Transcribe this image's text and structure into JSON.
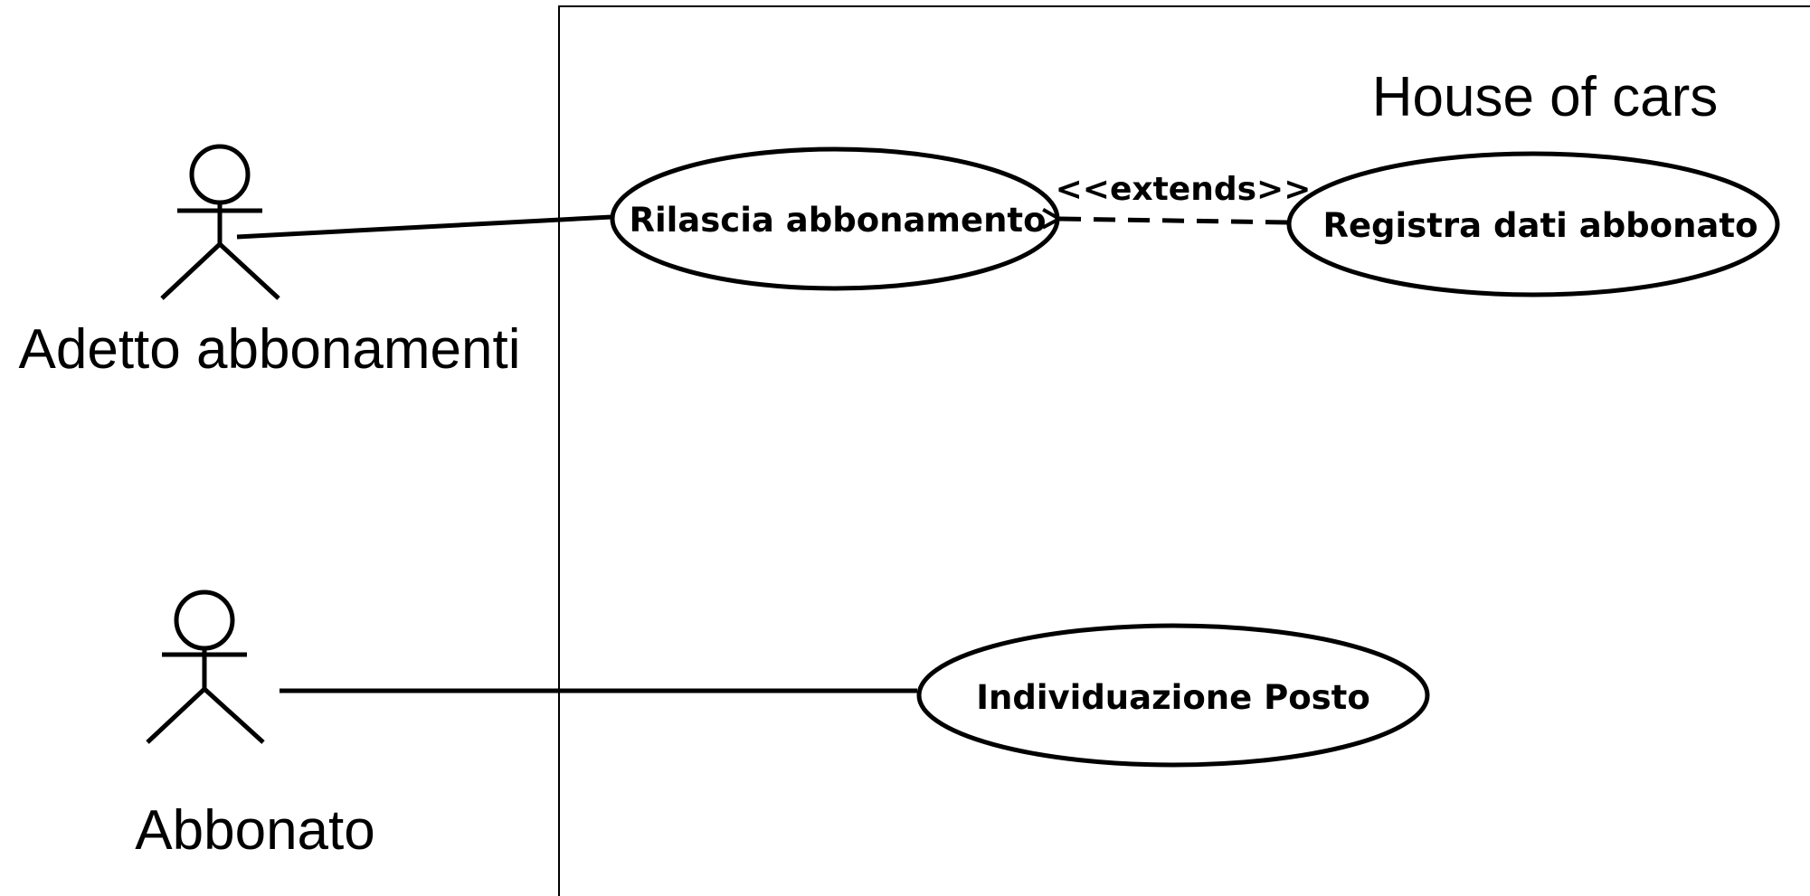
{
  "diagram": {
    "type": "uml-use-case",
    "system": {
      "title": "House of cars"
    },
    "actors": [
      {
        "id": "adetto",
        "label": "Adetto abbonamenti",
        "icon": "stick-figure-icon"
      },
      {
        "id": "abbonato",
        "label": "Abbonato",
        "icon": "stick-figure-icon"
      }
    ],
    "use_cases": [
      {
        "id": "rilascia",
        "label": "Rilascia abbonamento"
      },
      {
        "id": "registra",
        "label": "Registra dati abbonato"
      },
      {
        "id": "individuazione",
        "label": "Individuazione Posto"
      }
    ],
    "relations": [
      {
        "kind": "association",
        "from": "adetto",
        "to": "rilascia"
      },
      {
        "kind": "association",
        "from": "abbonato",
        "to": "individuazione"
      },
      {
        "kind": "extend",
        "from": "registra",
        "to": "rilascia",
        "label": "<<extends>>"
      }
    ],
    "colors": {
      "stroke": "#000000",
      "background": "#ffffff"
    }
  }
}
